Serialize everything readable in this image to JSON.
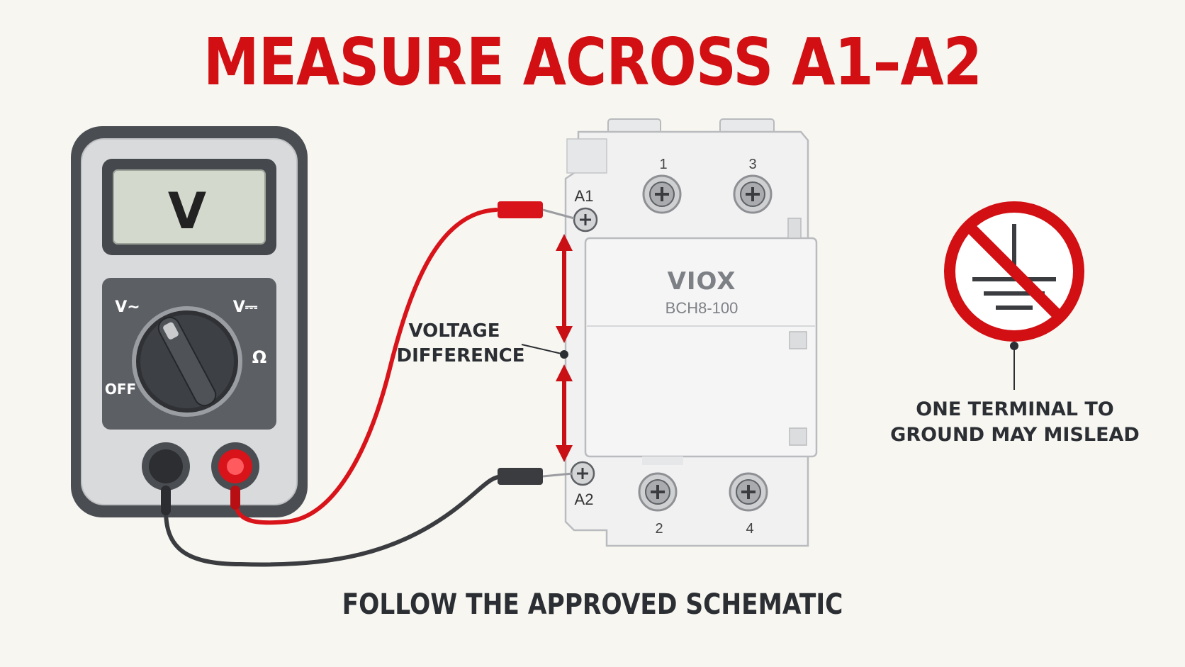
{
  "title": "MEASURE ACROSS A1–A2",
  "footer": "FOLLOW THE APPROVED SCHEMATIC",
  "meter": {
    "display": "V",
    "dial_ac": "V~",
    "dial_dc": "V⎓",
    "dial_ohm": "Ω",
    "dial_off": "OFF"
  },
  "contactor": {
    "brand": "VIOX",
    "model": "BCH8-100",
    "coil_top": "A1",
    "coil_bottom": "A2",
    "terminals_top": [
      "1",
      "3"
    ],
    "terminals_bottom": [
      "2",
      "4"
    ]
  },
  "annotation": {
    "voltage_line1": "VOLTAGE",
    "voltage_line2": "DIFFERENCE"
  },
  "warning": {
    "icon": "no-ground-icon",
    "line1": "ONE TERMINAL TO",
    "line2": "GROUND MAY MISLEAD"
  },
  "colors": {
    "accent_red": "#d20f12",
    "probe_red": "#d8141a",
    "probe_black": "#3a3c40",
    "text_dark": "#2b2e33"
  }
}
